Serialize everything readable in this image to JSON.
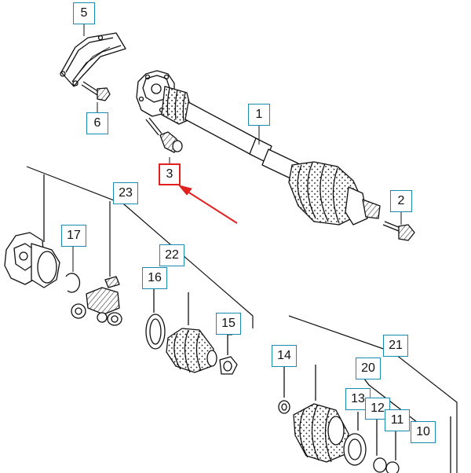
{
  "diagram": {
    "callouts": [
      {
        "id": "c5",
        "label": "5"
      },
      {
        "id": "c6",
        "label": "6"
      },
      {
        "id": "c1",
        "label": "1"
      },
      {
        "id": "c3",
        "label": "3",
        "highlighted": true
      },
      {
        "id": "c2",
        "label": "2"
      },
      {
        "id": "c23",
        "label": "23"
      },
      {
        "id": "c17",
        "label": "17"
      },
      {
        "id": "c22",
        "label": "22"
      },
      {
        "id": "c16",
        "label": "16"
      },
      {
        "id": "c15",
        "label": "15"
      },
      {
        "id": "c21",
        "label": "21"
      },
      {
        "id": "c14",
        "label": "14"
      },
      {
        "id": "c20",
        "label": "20"
      },
      {
        "id": "c13",
        "label": "13"
      },
      {
        "id": "c12",
        "label": "12"
      },
      {
        "id": "c11",
        "label": "11"
      },
      {
        "id": "c10",
        "label": "10"
      }
    ],
    "colors": {
      "callout_border": "#1b8ab0",
      "highlight": "#e0211f",
      "ink": "#111111"
    }
  }
}
